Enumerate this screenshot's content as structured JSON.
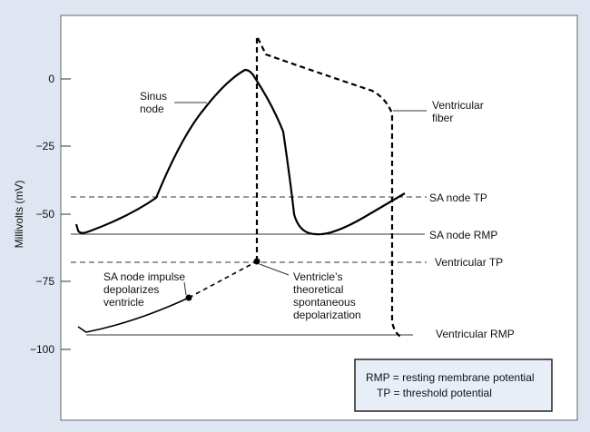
{
  "axis": {
    "ylabel": "Millivolts (mV)",
    "ticks": [
      "0",
      "−25",
      "−50",
      "−75",
      "−100"
    ]
  },
  "labels": {
    "sinus_node": [
      "Sinus",
      "node"
    ],
    "ventricular_fiber": [
      "Ventricular",
      "fiber"
    ],
    "sa_node_tp": "SA node TP",
    "sa_node_rmp": "SA node RMP",
    "ventricular_tp": "Ventricular TP",
    "ventricular_rmp": "Ventricular RMP",
    "sa_impulse": [
      "SA node impulse",
      "depolarizes",
      "ventricle"
    ],
    "ventricle_spont": [
      "Ventricle’s",
      "theoretical",
      "spontaneous",
      "depolarization"
    ]
  },
  "legend": {
    "rmp": "RMP = resting membrane potential",
    "tp": "TP = threshold potential"
  },
  "colors": {
    "background": "#dfe6f1",
    "panel": "#ffffff",
    "legend_fill": "#e8eef7"
  }
}
